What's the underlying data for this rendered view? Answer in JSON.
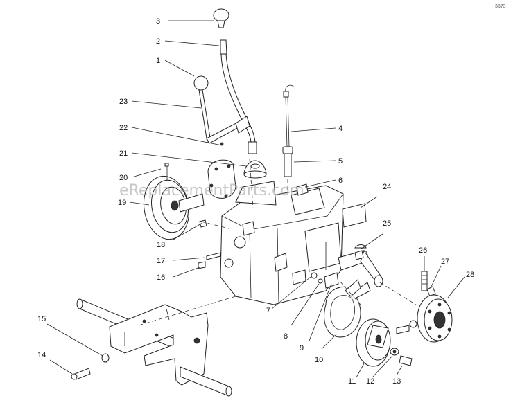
{
  "watermark": "eReplacementParts.com",
  "corner_code": "3373",
  "callouts": [
    {
      "id": "c1",
      "label": "1"
    },
    {
      "id": "c2",
      "label": "2"
    },
    {
      "id": "c3",
      "label": "3"
    },
    {
      "id": "c4",
      "label": "4"
    },
    {
      "id": "c5",
      "label": "5"
    },
    {
      "id": "c6",
      "label": "6"
    },
    {
      "id": "c7",
      "label": "7"
    },
    {
      "id": "c8",
      "label": "8"
    },
    {
      "id": "c9",
      "label": "9"
    },
    {
      "id": "c10",
      "label": "10"
    },
    {
      "id": "c11",
      "label": "11"
    },
    {
      "id": "c12",
      "label": "12"
    },
    {
      "id": "c13",
      "label": "13"
    },
    {
      "id": "c14",
      "label": "14"
    },
    {
      "id": "c15",
      "label": "15"
    },
    {
      "id": "c16",
      "label": "16"
    },
    {
      "id": "c17",
      "label": "17"
    },
    {
      "id": "c18",
      "label": "18"
    },
    {
      "id": "c19",
      "label": "19"
    },
    {
      "id": "c20",
      "label": "20"
    },
    {
      "id": "c21",
      "label": "21"
    },
    {
      "id": "c22",
      "label": "22"
    },
    {
      "id": "c23",
      "label": "23"
    },
    {
      "id": "c24",
      "label": "24"
    },
    {
      "id": "c25",
      "label": "25"
    },
    {
      "id": "c26",
      "label": "26"
    },
    {
      "id": "c27",
      "label": "27"
    },
    {
      "id": "c28",
      "label": "28"
    }
  ]
}
